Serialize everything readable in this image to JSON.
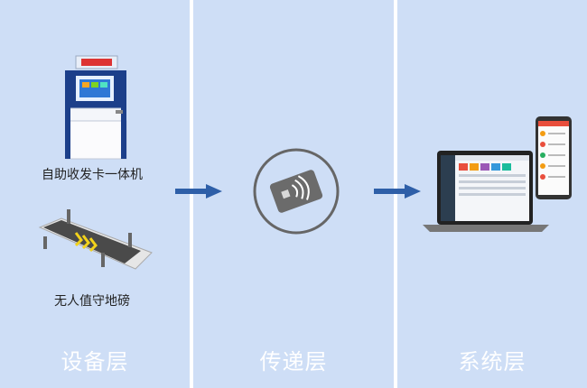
{
  "layers": [
    {
      "title": "设备层"
    },
    {
      "title": "传递层"
    },
    {
      "title": "系统层"
    }
  ],
  "devices": [
    {
      "caption": "自助收发卡一体机"
    },
    {
      "caption": "无人值守地磅"
    }
  ],
  "colors": {
    "background": "#cedef6",
    "divider": "#ffffff",
    "arrow": "#2e5fa8",
    "card": "#6b6b6b"
  },
  "icons": [
    "kiosk-image",
    "weighbridge-image",
    "rfid-card-icon",
    "laptop-image",
    "phone-image",
    "arrow-right-icon"
  ]
}
